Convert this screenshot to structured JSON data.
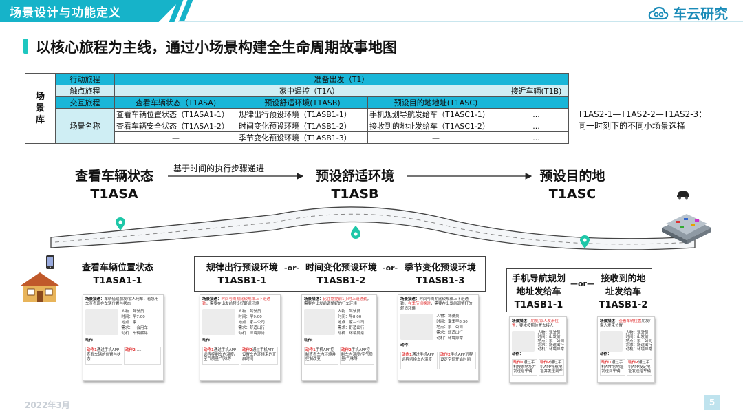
{
  "header": {
    "title": "场景设计与功能定义",
    "logo_text": "车云研究",
    "accent": "#16b3c9"
  },
  "main_title": "以核心旅程为主线，通过小场景构建全生命周期故事地图",
  "table": {
    "side_label": "场景库",
    "rows": {
      "action": {
        "label": "行动旅程",
        "value": "准备出发（T1）"
      },
      "touch": {
        "label": "触点旅程",
        "values": [
          "家中遥控（T1A）",
          "接近车辆(T1B)"
        ]
      },
      "interact": {
        "label": "交互旅程",
        "values": [
          "查看车辆状态（T1ASA)",
          "预设舒适环境(T1ASB)",
          "预设目的地地址(T1ASC)",
          ""
        ]
      },
      "scene_label": "场景名称",
      "scenes": [
        [
          "查看车辆位置状态（T1ASA1-1）",
          "规律出行预设环境（T1ASB1-1）",
          "手机规划导航发给车（T1ASC1-1）",
          "..."
        ],
        [
          "查看车辆安全状态（T1ASA1-2）",
          "时间变化预设环境（T1ASB1-2）",
          "接收到的地址发给车（T1ASC1-2）",
          "..."
        ],
        [
          "—",
          "季节变化预设环境（T1ASB1-3）",
          "—",
          "..."
        ]
      ]
    },
    "note_line1": "T1AS2-1—T1AS2-2—T1AS2-3：",
    "note_line2": "同一时刻下的不同小场景选择"
  },
  "journey": {
    "step1": {
      "name": "查看车辆状态",
      "code": "T1ASA"
    },
    "step2": {
      "name": "预设舒适环境",
      "code": "T1ASB"
    },
    "step3": {
      "name": "预设目的地",
      "code": "T1ASC"
    },
    "arrow_label": "基于时间的执行步骤递进"
  },
  "subs": {
    "a1": {
      "name": "查看车辆位置状态",
      "code": "T1ASA1-1"
    },
    "b1": {
      "name": "规律出行预设环境",
      "code": "T1ASB1-1"
    },
    "b2": {
      "name": "时间变化预设环境",
      "code": "T1ASB1-2"
    },
    "b3": {
      "name": "季节变化预设环境",
      "code": "T1ASB1-3"
    },
    "c1": {
      "name_line1": "手机导航规划",
      "name_line2": "地址发给车",
      "code": "T1ASB1-1"
    },
    "c2": {
      "name_line1": "接收到的地",
      "name_line2": "址发给车",
      "code": "T1ASB1-2"
    },
    "or1": "-or-",
    "or2": "-or-",
    "or3": "—or—"
  },
  "cards": {
    "a1": {
      "desc_label": "场景描述：",
      "desc": "车辆借给朋友/家人用车，着急用车查看现在车辆位置与状态",
      "p1": "人物：驾驶员",
      "p2": "时间：早7:00",
      "p3": "地点：家",
      "p4": "需求：一会用车",
      "p5": "动机：车辆解除",
      "acts_label": "动作：",
      "act1_h": "动作1",
      "act1": "通过手机APP查看车辆的位置与状态",
      "act2_h": "动作2",
      "act2": "......"
    },
    "b1": {
      "desc_label": "场景描述：",
      "desc_red": "时间与周期比较规律上下班通勤",
      "desc": "，需要在出发前预设好舒适环境",
      "p1": "人物：驾驶员",
      "p2": "时间：早9:00",
      "p3": "地点：家—公司",
      "p4": "需求：舒适出行",
      "p5": "动机：环境异常",
      "acts_label": "动作：",
      "act1_h": "动作1",
      "act1": "通过手机APP远程控制车内温度/空气质量/气味等",
      "act2_h": "动作2",
      "act2": "通过手机APP设置车内环境来的开启时间"
    },
    "b2": {
      "desc_label": "场景描述：",
      "desc_red": "比往常提前1小时上班通勤",
      "desc": "，需要在出发前调整好的行车环境",
      "p1": "人物：驾驶员",
      "p2": "时间：早8:00",
      "p3": "地点：家—公司",
      "p4": "需求：舒适出行",
      "p5": "动机：环境异常",
      "acts_label": "动作：",
      "act1_h": "动作1",
      "act1": "手机APP控制查看车内环境并控制改变",
      "act2_h": "动作2",
      "act2": "手机APP控制车内温度/空气质量/气味等"
    },
    "b3": {
      "desc_label": "场景描述：",
      "desc": "时间与周期比较规律上下班通勤，",
      "desc_red": "在季节切换时",
      "desc2": "，需要在出发前调整好的舒适环境",
      "p1": "人物：驾驶员",
      "p2": "时间：夏季早8:30",
      "p3": "地点：家—公司",
      "p4": "需求：舒适出行",
      "p5": "动机：环境异常",
      "acts_label": "动作：",
      "act1_h": "动作1",
      "act1": "通过手机APP远程切换车内温度",
      "act2_h": "动作2",
      "act2": "手机APP远程设定空调开启时间"
    },
    "c1": {
      "desc_label": "场景描述：",
      "desc_red": "朋友/家人发来位置",
      "desc": "，要求按照位置去接人",
      "p1": "人物：驾驶员",
      "p2": "时间：出发前",
      "p3": "地点：家—公司",
      "p4": "需求：舒适出行",
      "p5": "动机：环境异常",
      "acts_label": "动作：",
      "act1_h": "动作1",
      "act1": "通过手机搜索地址并发送给车辆",
      "act2_h": "动作2",
      "act2": "通过手机APP导航地址并发送到车"
    },
    "c2": {
      "desc_label": "场景描述：",
      "desc_red": "查看车辆位置",
      "desc": "朋友/家人发来位置",
      "p1": "人物：驾驶员",
      "p2": "时间：出发前",
      "p3": "地点：家—公司",
      "p4": "需求：舒适出行",
      "p5": "动机：环境异常",
      "acts_label": "动作：",
      "act1_h": "动作1",
      "act1": "通过手机APP将地址发送到车辆",
      "act2_h": "动作2",
      "act2": "通过手机APP设定地址发送给车辆"
    }
  },
  "footer": {
    "date": "2022年3月",
    "page": "5"
  },
  "icons": [
    "cloud-logo-icon",
    "phone-icon",
    "house-icon",
    "car-icon",
    "parking-lot-icon",
    "location-pin-icon"
  ]
}
